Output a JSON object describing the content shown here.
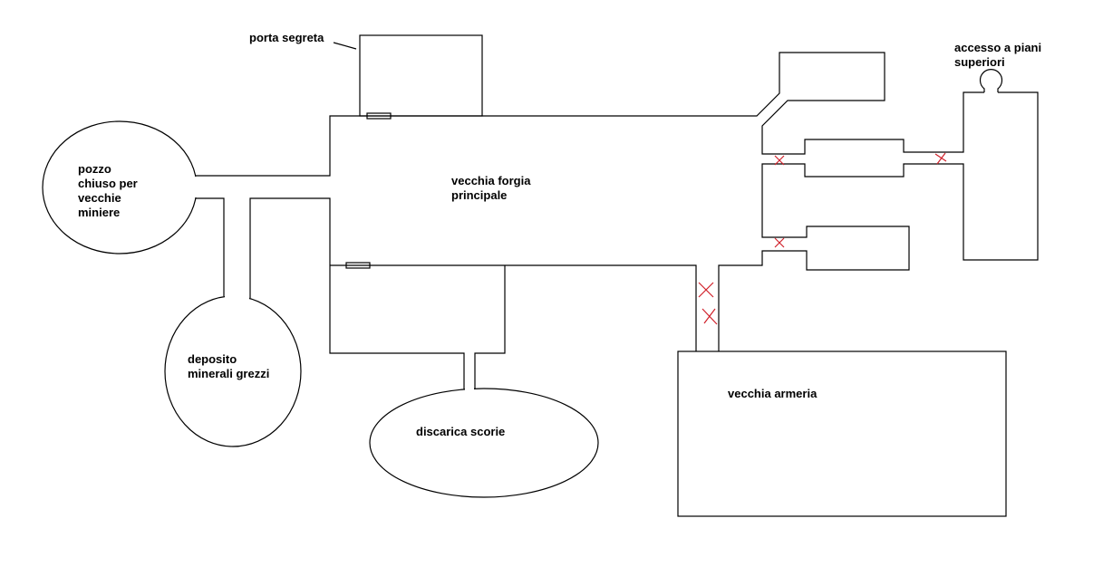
{
  "labels": {
    "porta_segreta": "porta segreta",
    "pozzo": [
      "pozzo",
      "chiuso per",
      "vecchie",
      "miniere"
    ],
    "forgia": [
      "vecchia forgia",
      "principale"
    ],
    "accesso": [
      "accesso a piani",
      "superiori"
    ],
    "deposito": [
      "deposito",
      "minerali grezzi"
    ],
    "discarica": "discarica scorie",
    "armeria": "vecchia armeria"
  },
  "colors": {
    "walls": "#000000",
    "blocked_marker": "#d0202a",
    "background": "#ffffff"
  }
}
